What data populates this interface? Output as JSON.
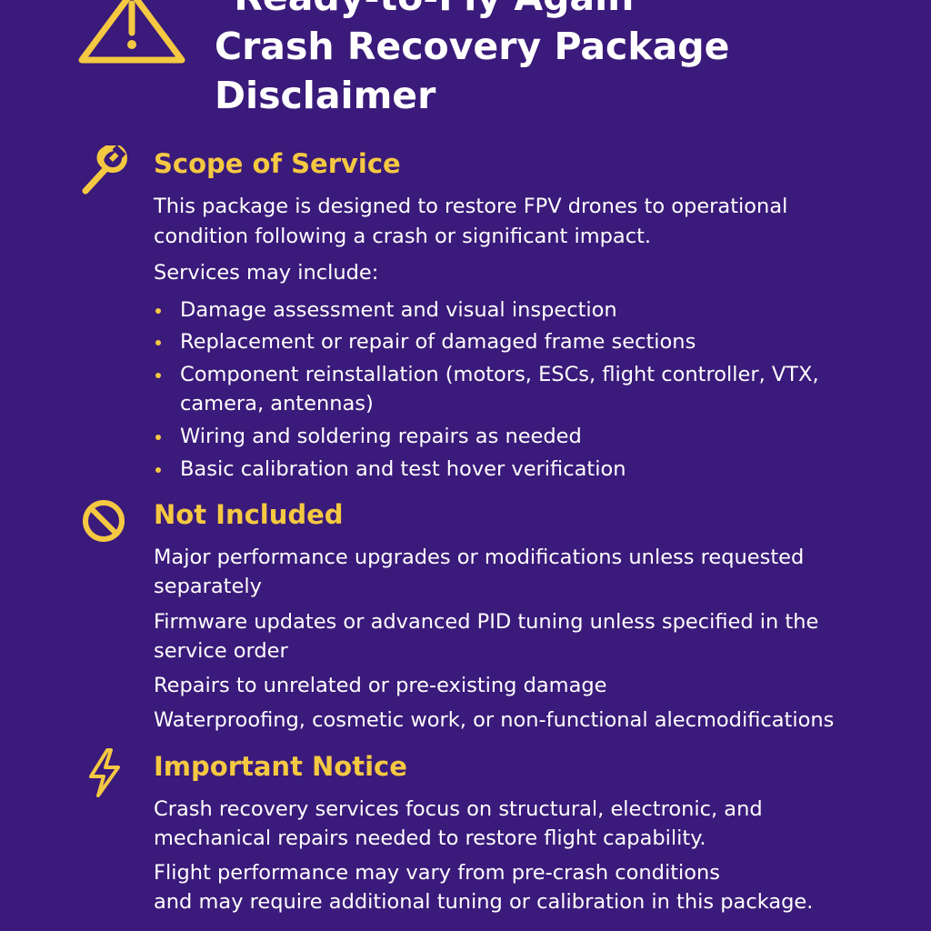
{
  "colors": {
    "background": "#3a1a7a",
    "accent": "#f5c842",
    "text": "#ffffff"
  },
  "header": {
    "icon": "warning-triangle-icon",
    "title_lines": [
      "\"Ready-to-Fly Again\"",
      "Crash Recovery Package",
      "Disclaimer"
    ]
  },
  "sections": [
    {
      "icon": "wrench-icon",
      "title": "Scope of Service",
      "paragraphs": [
        [
          "This package is designed to restore FPV drones to operational",
          "condition following a crash or significant impact."
        ],
        [
          "Services may include:"
        ]
      ],
      "bullets": [
        [
          "Damage assessment and visual inspection"
        ],
        [
          "Replacement or repair of damaged frame sections"
        ],
        [
          "Component reinstallation (motors, ESCs, flight controller, VTX,",
          "camera, antennas)"
        ],
        [
          "Wiring and soldering repairs as needed"
        ],
        [
          "Basic calibration and test hover verification"
        ]
      ]
    },
    {
      "icon": "prohibited-icon",
      "title": "Not Included",
      "paragraphs": [
        [
          "Major performance upgrades or modifications unless requested",
          "separately"
        ],
        [
          "Firmware updates or advanced PID tuning unless specified in the",
          "service order"
        ],
        [
          "Repairs to unrelated or pre-existing damage"
        ],
        [
          "Waterproofing, cosmetic work, or non-functional alecmodifications"
        ]
      ]
    },
    {
      "icon": "lightning-bolt-icon",
      "title": "Important Notice",
      "paragraphs": [
        [
          "Crash recovery services focus on structural, electronic, and",
          "mechanical repairs needed to restore flight capability."
        ],
        [
          "Flight performance may vary from pre-crash conditions",
          "and may require additional tuning or calibration in this package."
        ]
      ]
    }
  ]
}
